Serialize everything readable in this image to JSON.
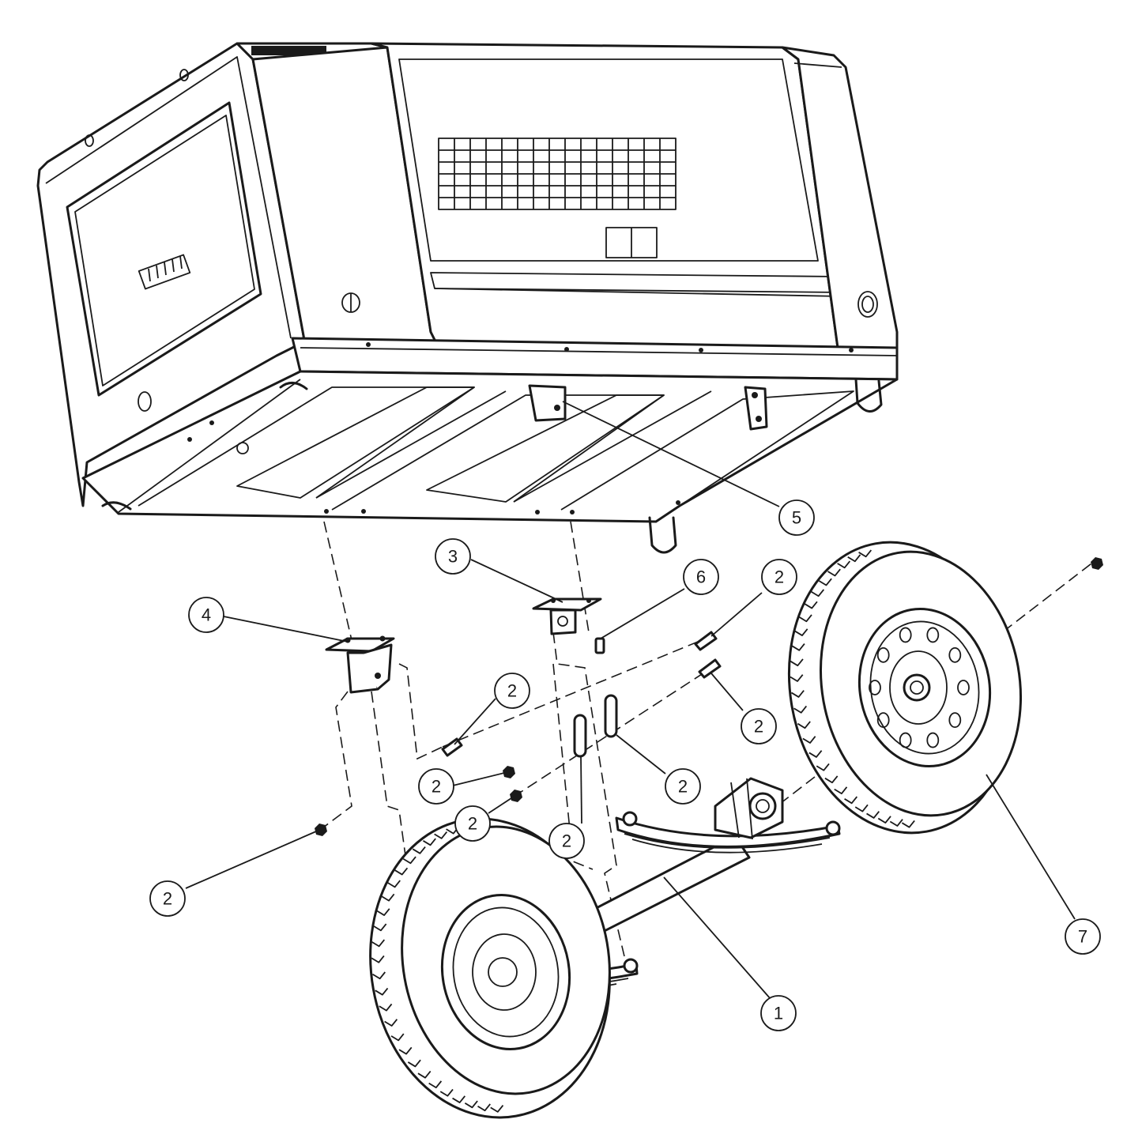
{
  "diagram": {
    "callouts": [
      {
        "id": "callout-1",
        "label": "1"
      },
      {
        "id": "callout-2a",
        "label": "2"
      },
      {
        "id": "callout-2b",
        "label": "2"
      },
      {
        "id": "callout-2c",
        "label": "2"
      },
      {
        "id": "callout-2d",
        "label": "2"
      },
      {
        "id": "callout-2e",
        "label": "2"
      },
      {
        "id": "callout-2f",
        "label": "2"
      },
      {
        "id": "callout-2g",
        "label": "2"
      },
      {
        "id": "callout-2h",
        "label": "2"
      },
      {
        "id": "callout-3",
        "label": "3"
      },
      {
        "id": "callout-4",
        "label": "4"
      },
      {
        "id": "callout-5",
        "label": "5"
      },
      {
        "id": "callout-6",
        "label": "6"
      },
      {
        "id": "callout-7",
        "label": "7"
      }
    ]
  },
  "colors": {
    "line": "#1a1a1a",
    "background": "#ffffff"
  }
}
